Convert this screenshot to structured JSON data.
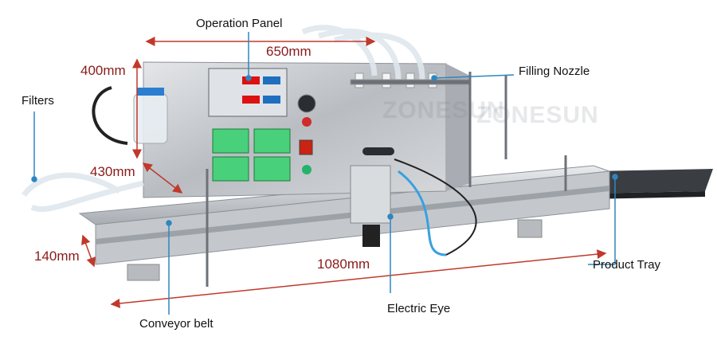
{
  "labels": {
    "operation_panel": "Operation Panel",
    "filling_nozzle": "Filling Nozzle",
    "filters": "Filters",
    "product_tray": "Product Tray",
    "electric_eye": "Electric Eye",
    "conveyor_belt": "Conveyor belt"
  },
  "dimensions": {
    "width": "650mm",
    "height": "400mm",
    "depth": "430mm",
    "belt_height": "140mm",
    "length": "1080mm"
  },
  "watermark": "ZONESUN",
  "colors": {
    "dimension_text": "#8b1a1a",
    "dimension_arrow": "#c0392b",
    "callout_line": "#2e86c1",
    "steel": "#c9ccd0",
    "dark_steel": "#5a5f66",
    "display_green": "#2ecc71"
  }
}
